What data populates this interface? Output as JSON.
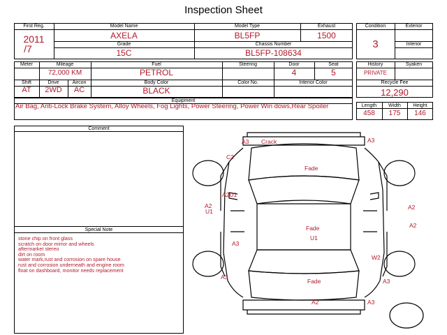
{
  "title": "Inspection Sheet",
  "header": {
    "first_reg_label": "First Reg.",
    "first_reg_year": "2011",
    "first_reg_month": "/7",
    "model_name_label": "Model Name",
    "model_name": "AXELA",
    "model_type_label": "Model Type",
    "model_type": "BL5FP",
    "exhaust_label": "Exhaust",
    "exhaust": "1500",
    "grade_label": "Grade",
    "grade": "15C",
    "chassis_label": "Chassis Number",
    "chassis": "BL5FP-108634",
    "condition_label": "Condition",
    "condition": "3",
    "exterior_label": "Exterior",
    "interior_label": "Interior"
  },
  "row2": {
    "meter_label": "Meter",
    "mileage_label": "Mileage",
    "mileage": "72,000 KM",
    "fuel_label": "Fuel",
    "fuel": "PETROL",
    "steering_label": "Steering",
    "door_label": "Door",
    "door": "4",
    "seat_label": "Seat",
    "seat": "5",
    "history_label": "History",
    "history": "PRIVATE",
    "syaken_label": "Syaken"
  },
  "row3": {
    "shift_label": "Shift",
    "shift": "AT",
    "drive_label": "Drive",
    "drive": "2WD",
    "aircon_label": "Aircon",
    "aircon": "AC",
    "body_color_label": "Body Color",
    "body_color": "BLACK",
    "color_no_label": "Color No.",
    "interior_color_label": "Interior Color",
    "recycle_label": "Recycle Fee",
    "recycle": "12,290"
  },
  "equipment": {
    "label": "Equipment",
    "text": "Air Bag, Anti-Lock Brake System, Alloy Wheels, Fog Lights, Power Steering, Power Win dows,Rear Spoiler"
  },
  "dimensions": {
    "length_label": "Length",
    "length": "458",
    "width_label": "Width",
    "width": "175",
    "height_label": "Height",
    "height": "146"
  },
  "comment_label": "Comment",
  "special_note_label": "Special Note",
  "special_notes": [
    "stone chip on front glass",
    "scratch on door mirror and wheels",
    "aftermarket stereo",
    "dirt on room",
    "water mark,rust and corrosion on spare house",
    "rust and corrosion underneath and engine room",
    "float on dashboard, monitor needs replacement"
  ],
  "damage_marks": {
    "a3_fl": "A3",
    "crack": "Crack",
    "a3_fr": "A3",
    "c2": "C2",
    "fade_hood": "Fade",
    "a2u1_left": "A2U1",
    "a2_left": "A2",
    "u1_left": "U1",
    "a2_right1": "A2",
    "a2_right2": "A2",
    "fade_roof": "Fade",
    "u1_roof": "U1",
    "a3_left": "A3",
    "w2": "W2",
    "a3_rl": "A3",
    "fade_trunk": "Fade",
    "a3_rr": "A3",
    "a2_rear": "A2",
    "a3_rear": "A3"
  },
  "colors": {
    "mark_red": "#b2182b",
    "line": "#000000"
  }
}
